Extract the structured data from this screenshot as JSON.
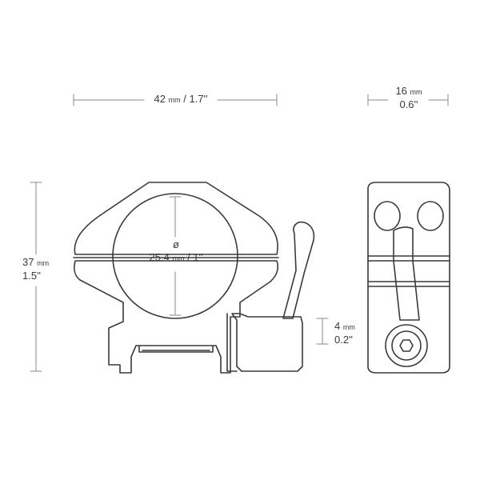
{
  "dimensions": {
    "width": {
      "value": "42",
      "unit": "mm",
      "imperial": "/ 1.7''"
    },
    "depth": {
      "value": "16",
      "unit": "mm",
      "imperial": "0.6''"
    },
    "height": {
      "value": "37",
      "unit": "mm",
      "imperial": "1.5''"
    },
    "base_height": {
      "value": "4",
      "unit": "mm",
      "imperial": "0.2''"
    },
    "bore": {
      "symbol": "ø",
      "value": "25.4",
      "unit": "mm",
      "imperial": "/ 1''"
    }
  },
  "colors": {
    "line": "#3a3a3a",
    "dim_line": "#888888"
  }
}
